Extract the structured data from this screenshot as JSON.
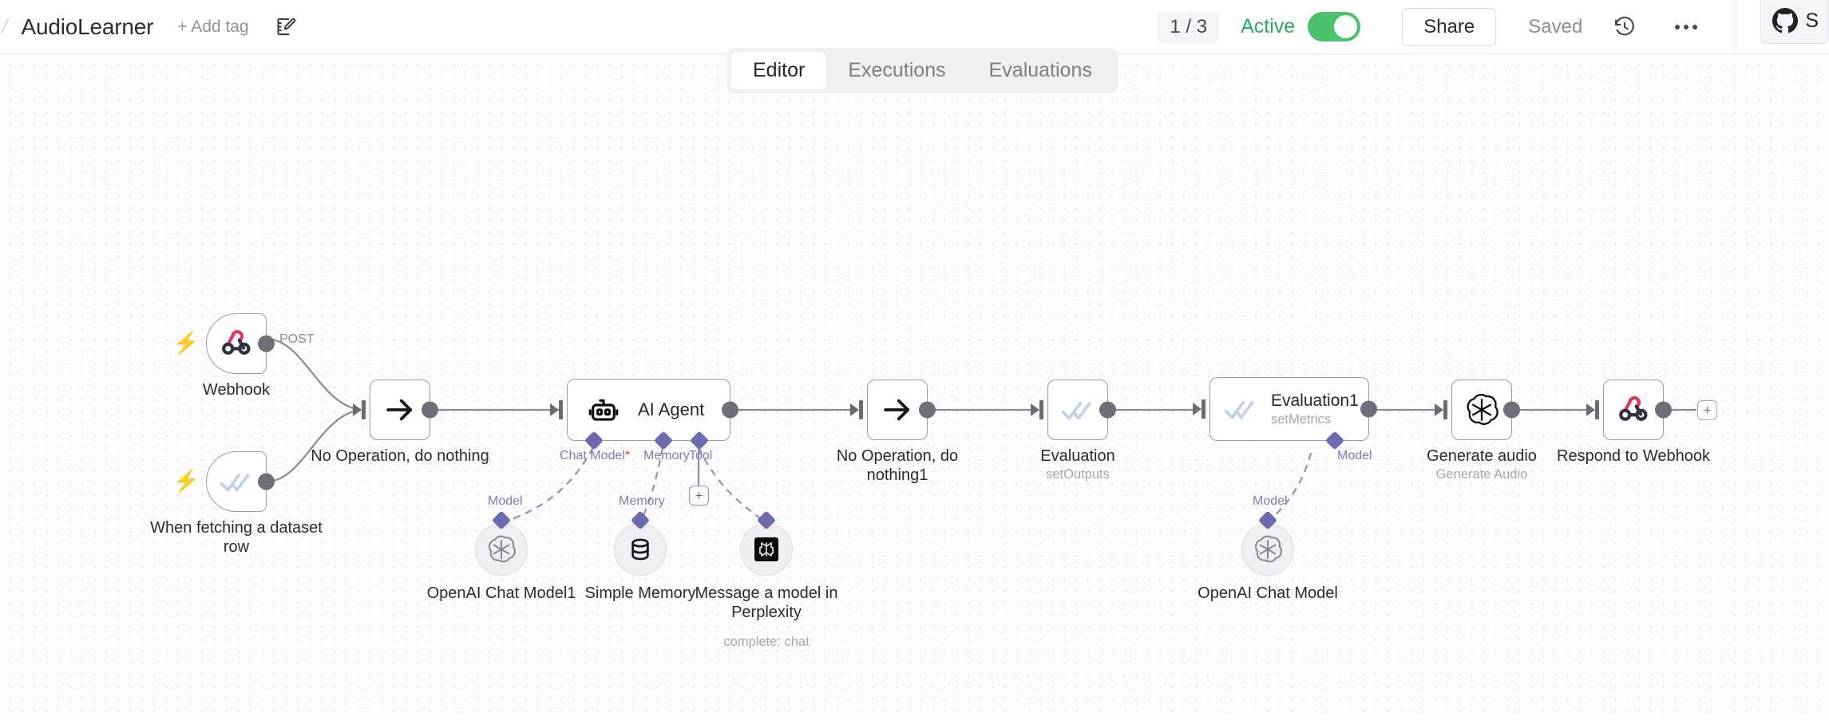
{
  "header": {
    "breadcrumb_separator": "/",
    "workflow_title": "AudioLearner",
    "add_tag_label": "+ Add tag",
    "edit_icon": "note-edit-icon",
    "page_count": "1 / 3",
    "active_label": "Active",
    "active_toggle_on": true,
    "share_label": "Share",
    "saved_label": "Saved",
    "history_icon": "history-clock-icon",
    "more_icon": "ellipsis-icon",
    "github_icon": "github-icon",
    "github_label": "S",
    "accent_green": "#4ac26b",
    "accent_green_text": "#2aaa5f"
  },
  "tabs": [
    {
      "id": "editor",
      "label": "Editor",
      "active": true
    },
    {
      "id": "executions",
      "label": "Executions",
      "active": false
    },
    {
      "id": "evaluations",
      "label": "Evaluations",
      "active": false
    }
  ],
  "canvas": {
    "grid": "dotted",
    "nodes": [
      {
        "id": "webhook",
        "label": "Webhook",
        "subtitle": "",
        "icon": "webhook-icon",
        "shape": "trigger",
        "output_label": "POST",
        "trigger_bolt": true
      },
      {
        "id": "when-fetching-dataset-row",
        "label": "When fetching a dataset\nrow",
        "subtitle": "",
        "icon": "double-check-icon",
        "shape": "trigger",
        "trigger_bolt": true
      },
      {
        "id": "no-operation-do-nothing",
        "label": "No Operation, do nothing",
        "subtitle": "",
        "icon": "arrow-right-icon",
        "shape": "square"
      },
      {
        "id": "ai-agent",
        "label": "AI Agent",
        "subtitle": "",
        "icon": "robot-icon",
        "shape": "agent",
        "connectors": [
          {
            "id": "chat-model",
            "label": "Chat Model",
            "required": true
          },
          {
            "id": "memory",
            "label": "Memory",
            "required": false
          },
          {
            "id": "tool",
            "label": "Tool",
            "required": false
          }
        ]
      },
      {
        "id": "no-operation-do-nothing1",
        "label": "No Operation, do\nnothing1",
        "subtitle": "",
        "icon": "arrow-right-icon",
        "shape": "square"
      },
      {
        "id": "evaluation",
        "label": "Evaluation",
        "subtitle": "setOutputs",
        "icon": "double-check-icon",
        "shape": "square"
      },
      {
        "id": "evaluation1",
        "label": "Evaluation1",
        "subtitle": "setMetrics",
        "icon": "double-check-icon",
        "shape": "wide",
        "selected": true,
        "connectors": [
          {
            "id": "model",
            "label": "Model",
            "required": false
          }
        ]
      },
      {
        "id": "generate-audio",
        "label": "Generate audio",
        "subtitle": "Generate Audio",
        "icon": "openai-icon",
        "shape": "square"
      },
      {
        "id": "respond-to-webhook",
        "label": "Respond to Webhook",
        "subtitle": "",
        "icon": "webhook-icon",
        "shape": "square"
      }
    ],
    "subnodes": [
      {
        "id": "openai-chat-model1",
        "label": "OpenAI Chat Model1",
        "subtitle": "",
        "icon": "openai-icon",
        "connection_label": "Model"
      },
      {
        "id": "simple-memory",
        "label": "Simple Memory",
        "subtitle": "",
        "icon": "database-icon",
        "connection_label": "Memory"
      },
      {
        "id": "message-a-model-in-perplexity",
        "label": "Message a model in\nPerplexity",
        "subtitle": "complete: chat",
        "icon": "perplexity-icon",
        "connection_label": ""
      },
      {
        "id": "openai-chat-model",
        "label": "OpenAI Chat Model",
        "subtitle": "",
        "icon": "openai-icon",
        "connection_label": "Model"
      }
    ],
    "add_buttons": [
      {
        "id": "add-tool-button",
        "label": "+"
      },
      {
        "id": "add-node-after-respond-button",
        "label": "+"
      }
    ]
  }
}
